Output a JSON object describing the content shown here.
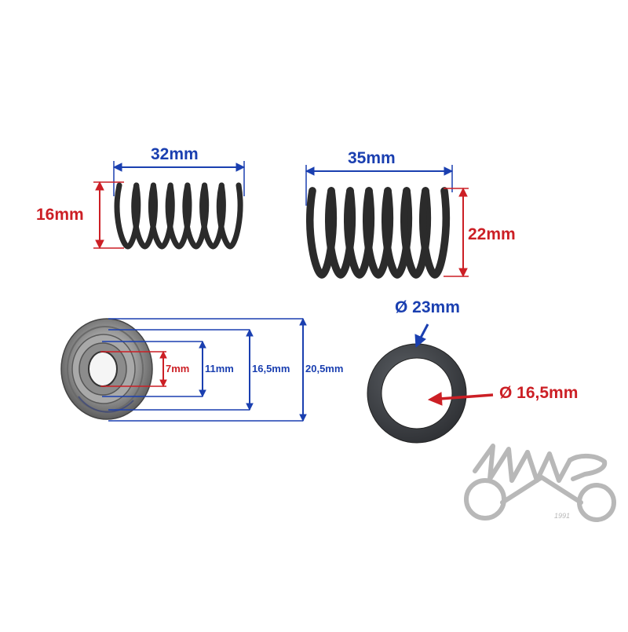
{
  "colors": {
    "dimension_blue": "#1a3fb0",
    "dimension_red": "#cc1f25",
    "spring_dark": "#2b2b2b",
    "washer_dark": "#3b3e42",
    "logo_gray": "#b8b8b8"
  },
  "spring_small": {
    "length_label": "32mm",
    "diameter_label": "16mm"
  },
  "spring_large": {
    "length_label": "35mm",
    "diameter_label": "22mm"
  },
  "retainer": {
    "d1_label": "7mm",
    "d2_label": "11mm",
    "d3_label": "16,5mm",
    "d4_label": "20,5mm"
  },
  "washer": {
    "outer_label": "Ø 23mm",
    "inner_label": "Ø 16,5mm"
  },
  "logo": {
    "brand": "WMS",
    "year": "1991"
  }
}
